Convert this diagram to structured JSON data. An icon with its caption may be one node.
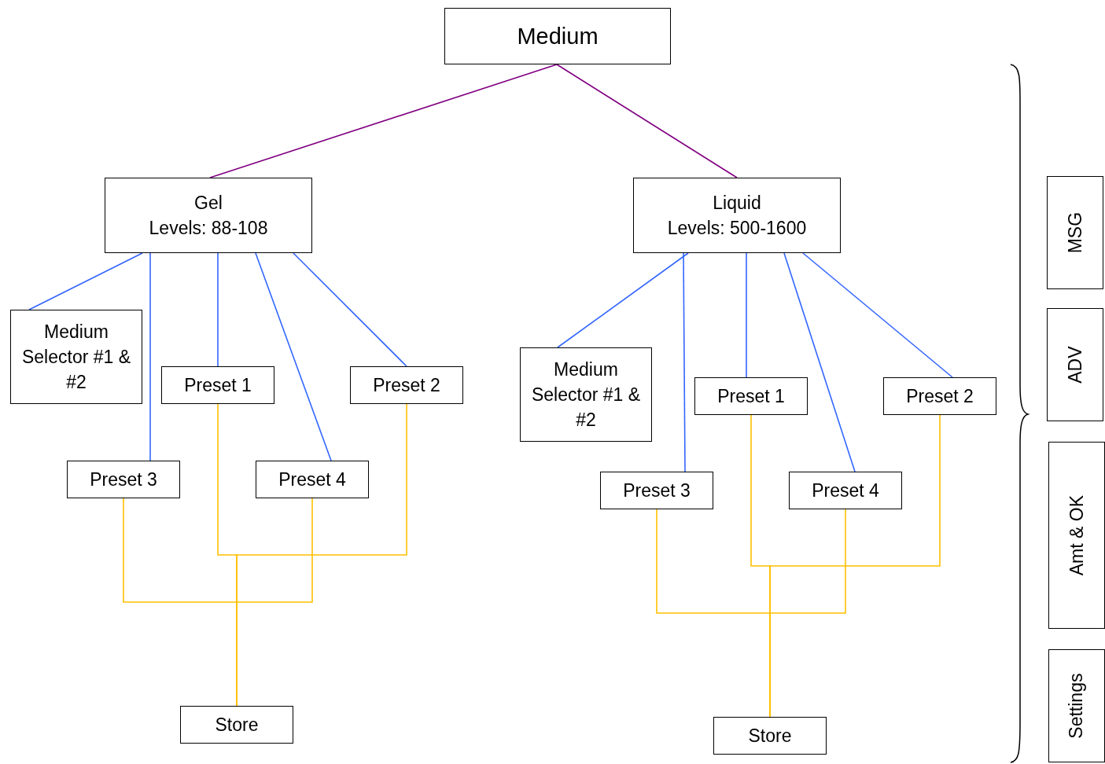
{
  "diagram": {
    "nodes": [
      {
        "text": [
          "Medium"
        ]
      },
      {
        "text": [
          "Gel",
          "Levels: 88-108"
        ]
      },
      {
        "text": [
          "Medium Selector #1 & #2"
        ]
      },
      {
        "text": [
          "Preset 1"
        ]
      },
      {
        "text": [
          "Preset 2"
        ]
      },
      {
        "text": [
          "Preset 3"
        ]
      },
      {
        "text": [
          "Preset 4"
        ]
      },
      {
        "text": [
          "Store"
        ]
      },
      {
        "text": [
          "Liquid",
          "Levels: 500-1600"
        ]
      },
      {
        "text": [
          "Medium Selector #1 & #2"
        ]
      },
      {
        "text": [
          "Preset 1"
        ]
      },
      {
        "text": [
          "Preset 2"
        ]
      },
      {
        "text": [
          "Preset 3"
        ]
      },
      {
        "text": [
          "Preset 4"
        ]
      },
      {
        "text": [
          "Store"
        ]
      },
      {
        "text": [
          "MSG"
        ]
      },
      {
        "text": [
          "ADV"
        ]
      },
      {
        "text": [
          "Amt & OK"
        ]
      },
      {
        "text": [
          "Settings"
        ]
      }
    ],
    "edges": [
      {
        "from": 0,
        "to": 1,
        "arrow": "none",
        "color": "#800080"
      },
      {
        "from": 0,
        "to": 8,
        "arrow": "none",
        "color": "#800080"
      },
      {
        "from": 1,
        "to": 2,
        "arrow": "none"
      },
      {
        "from": 1,
        "to": 5,
        "arrow": "none"
      },
      {
        "from": 1,
        "to": 3,
        "arrow": "none"
      },
      {
        "from": 1,
        "to": 6,
        "arrow": "none"
      },
      {
        "from": 1,
        "to": 4,
        "arrow": "none"
      },
      {
        "from": 8,
        "to": 9,
        "arrow": "none"
      },
      {
        "from": 8,
        "to": 12,
        "arrow": "none"
      },
      {
        "from": 8,
        "to": 10,
        "arrow": "none"
      },
      {
        "from": 8,
        "to": 13,
        "arrow": "none"
      },
      {
        "from": 8,
        "to": 11,
        "arrow": "none"
      },
      {
        "from": 3,
        "to": 7,
        "arrow": "none",
        "color": "#ffc000"
      },
      {
        "from": 4,
        "to": 7,
        "arrow": "none",
        "color": "#ffc000"
      },
      {
        "from": 5,
        "to": 7,
        "arrow": "none",
        "color": "#ffc000"
      },
      {
        "from": 6,
        "to": 7,
        "arrow": "none",
        "color": "#ffc000"
      },
      {
        "from": 10,
        "to": 14,
        "arrow": "none",
        "color": "#ffc000"
      },
      {
        "from": 11,
        "to": 14,
        "arrow": "none",
        "color": "#ffc000"
      },
      {
        "from": 12,
        "to": 14,
        "arrow": "none",
        "color": "#ffc000"
      },
      {
        "from": 13,
        "to": 14,
        "arrow": "none",
        "color": "#ffc000"
      }
    ]
  }
}
